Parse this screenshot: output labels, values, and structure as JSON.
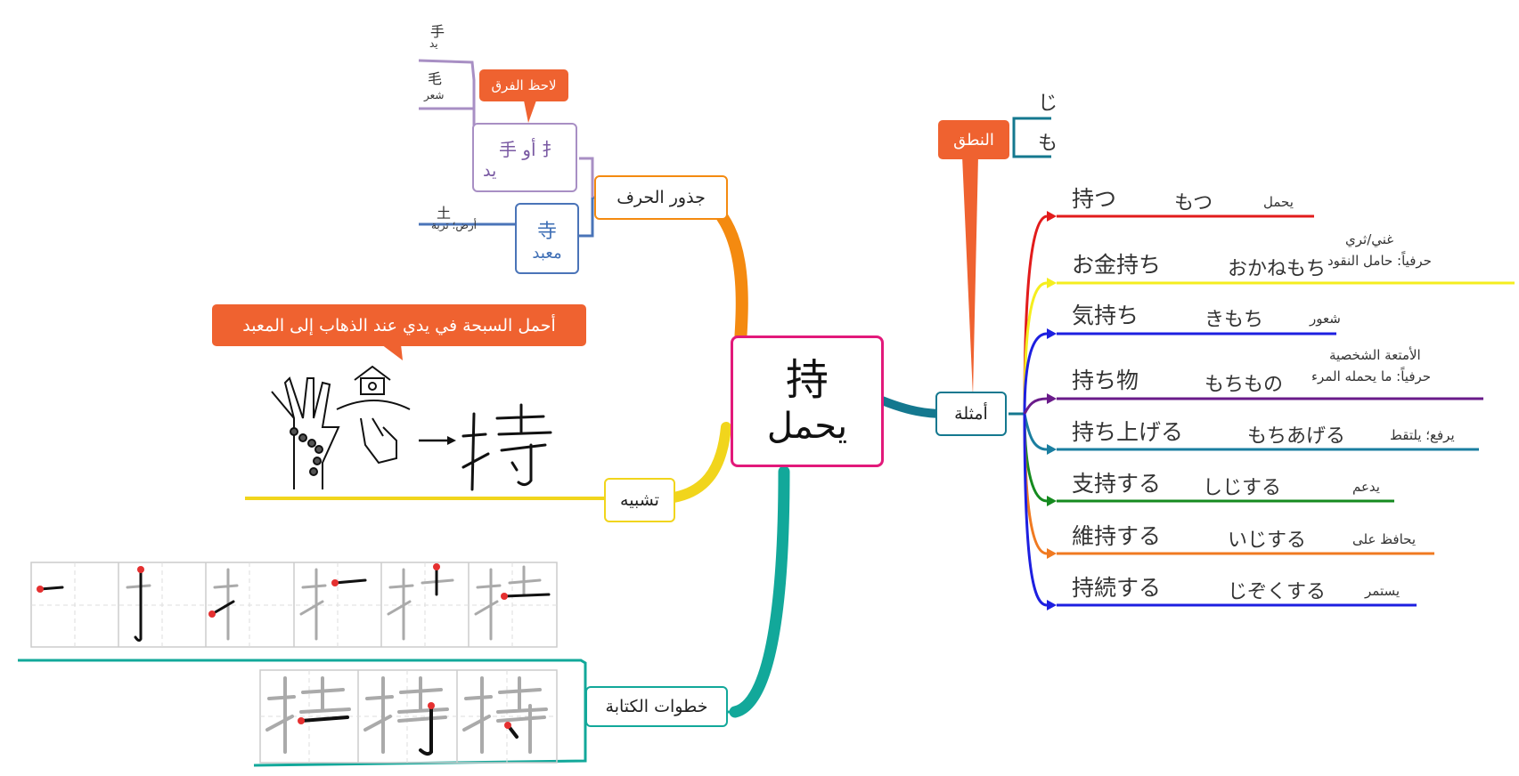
{
  "central": {
    "kanji": "持",
    "meaning": "يحمل"
  },
  "branches": {
    "roots": "جذور الحرف",
    "mnemonic": "تشبيه",
    "stroke_order": "خطوات الكتابة",
    "examples": "أمثلة",
    "pronunciation": "النطق"
  },
  "roots": {
    "hand_kanji": "手",
    "hand_meaning": "يد",
    "hair_kanji": "毛",
    "hair_meaning": "شعر",
    "notice_callout": "لاحظ الفرق",
    "hand_variant_line1": "手 أو 扌",
    "hand_variant_line2": "يد",
    "temple_kanji": "寺",
    "temple_meaning": "معبد",
    "earth_kanji": "土",
    "earth_meaning": "أرض؛ تربة"
  },
  "mnemonic": {
    "sentence": "أحمل السبحة في يدي عند الذهاب إلى المعبد",
    "arrow": "→",
    "result_kanji": "持"
  },
  "pronunciation": {
    "reading1": "じ",
    "reading2": "も"
  },
  "examples": [
    {
      "word": "持つ",
      "reading": "もつ",
      "meaning": "يحمل",
      "meaning2": "",
      "color": "#e21b1b"
    },
    {
      "word": "お金持ち",
      "reading": "おかねもち",
      "meaning": "غني/ثري",
      "meaning2": "حرفياً: حامل النقود",
      "color": "#f5ee1e"
    },
    {
      "word": "気持ち",
      "reading": "きもち",
      "meaning": "شعور",
      "meaning2": "",
      "color": "#1d1fe0"
    },
    {
      "word": "持ち物",
      "reading": "もちもの",
      "meaning": "الأمتعة الشخصية",
      "meaning2": "حرفياً: ما يحمله المرء",
      "color": "#6a1b8a"
    },
    {
      "word": "持ち上げる",
      "reading": "もちあげる",
      "meaning": "يرفع؛ يلتقط",
      "meaning2": "",
      "color": "#1a7ea0"
    },
    {
      "word": "支持する",
      "reading": "しじする",
      "meaning": "يدعم",
      "meaning2": "",
      "color": "#158a1f"
    },
    {
      "word": "維持する",
      "reading": "いじする",
      "meaning": "يحافظ على",
      "meaning2": "",
      "color": "#f07a21"
    },
    {
      "word": "持続する",
      "reading": "じぞくする",
      "meaning": "يستمر",
      "meaning2": "",
      "color": "#1d1fe0"
    }
  ],
  "colors": {
    "central_border": "#e2197a",
    "roots": "#f48a10",
    "mnemonic": "#f1d51c",
    "stroke_order": "#12a89a",
    "examples": "#14788f",
    "callout": "#ef6230",
    "purple": "#a88fc4",
    "blue": "#4a74b8"
  }
}
